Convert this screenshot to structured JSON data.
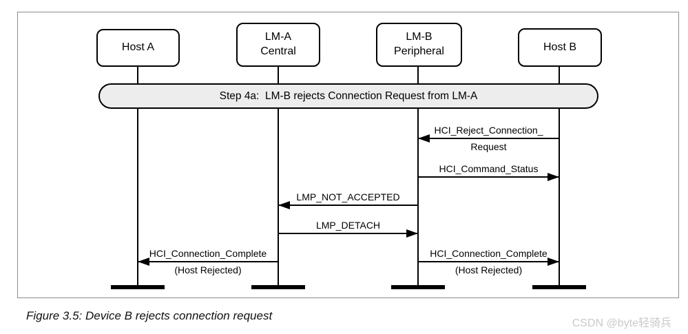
{
  "diagram": {
    "actors": [
      {
        "lines": [
          "Host A"
        ]
      },
      {
        "lines": [
          "LM-A",
          "Central"
        ]
      },
      {
        "lines": [
          "LM-B",
          "Peripheral"
        ]
      },
      {
        "lines": [
          "Host B"
        ]
      }
    ],
    "banner": "Step 4a:  LM-B rejects Connection Request from LM-A",
    "messages": [
      {
        "label": "HCI_Reject_Connection_",
        "label2": "Request",
        "from": "Host B",
        "to": "LM-B Peripheral",
        "direction": "left"
      },
      {
        "label": "HCI_Command_Status",
        "from": "LM-B Peripheral",
        "to": "Host B",
        "direction": "right"
      },
      {
        "label": "LMP_NOT_ACCEPTED",
        "from": "LM-B Peripheral",
        "to": "LM-A Central",
        "direction": "left"
      },
      {
        "label": "LMP_DETACH",
        "from": "LM-A Central",
        "to": "LM-B Peripheral",
        "direction": "right"
      },
      {
        "label": "HCI_Connection_Complete",
        "label2": "(Host Rejected)",
        "from": "LM-A Central",
        "to": "Host A",
        "direction": "left"
      },
      {
        "label": "HCI_Connection_Complete",
        "label2": "(Host Rejected)",
        "from": "LM-B Peripheral",
        "to": "Host B",
        "direction": "right"
      }
    ]
  },
  "caption": "Figure 3.5: Device B rejects connection request",
  "watermark": "CSDN @byte轻骑兵"
}
